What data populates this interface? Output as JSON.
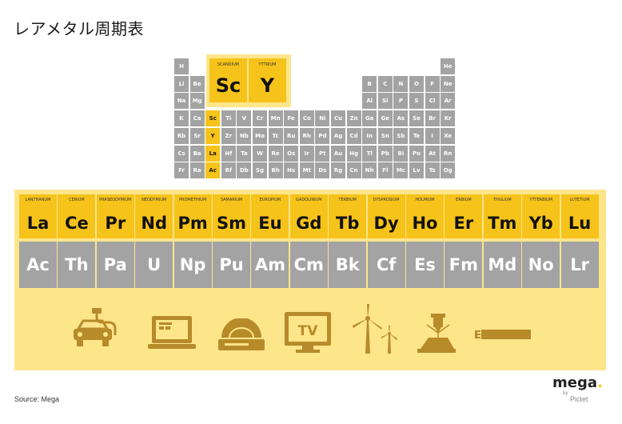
{
  "title": "レアメタル周期表",
  "main_table_rows": [
    [
      [
        "H",
        0
      ],
      [
        "He",
        17
      ]
    ],
    [
      [
        "Li",
        0
      ],
      [
        "Be",
        1
      ],
      [
        "B",
        12
      ],
      [
        "C",
        13
      ],
      [
        "N",
        14
      ],
      [
        "O",
        15
      ],
      [
        "F",
        16
      ],
      [
        "Ne",
        17
      ]
    ],
    [
      [
        "Na",
        0
      ],
      [
        "Mg",
        1
      ],
      [
        "Al",
        12
      ],
      [
        "Si",
        13
      ],
      [
        "P",
        14
      ],
      [
        "S",
        15
      ],
      [
        "Cl",
        16
      ],
      [
        "Ar",
        17
      ]
    ],
    [
      [
        "K",
        0
      ],
      [
        "Ca",
        1
      ],
      [
        "Sc",
        2
      ],
      [
        "Ti",
        3
      ],
      [
        "V",
        4
      ],
      [
        "Cr",
        5
      ],
      [
        "Mn",
        6
      ],
      [
        "Fe",
        7
      ],
      [
        "Co",
        8
      ],
      [
        "Ni",
        9
      ],
      [
        "Cu",
        10
      ],
      [
        "Zn",
        11
      ],
      [
        "Ga",
        12
      ],
      [
        "Ge",
        13
      ],
      [
        "As",
        14
      ],
      [
        "Se",
        15
      ],
      [
        "Br",
        16
      ],
      [
        "Kr",
        17
      ]
    ],
    [
      [
        "Rb",
        0
      ],
      [
        "Sr",
        1
      ],
      [
        "Y",
        2
      ],
      [
        "Zr",
        3
      ],
      [
        "Nb",
        4
      ],
      [
        "Mo",
        5
      ],
      [
        "Tc",
        6
      ],
      [
        "Ru",
        7
      ],
      [
        "Rh",
        8
      ],
      [
        "Pd",
        9
      ],
      [
        "Ag",
        10
      ],
      [
        "Cd",
        11
      ],
      [
        "In",
        12
      ],
      [
        "Sn",
        13
      ],
      [
        "Sb",
        14
      ],
      [
        "Te",
        15
      ],
      [
        "I",
        16
      ],
      [
        "Xe",
        17
      ]
    ],
    [
      [
        "Cs",
        0
      ],
      [
        "Ba",
        1
      ],
      [
        "La",
        2
      ],
      [
        "Hf",
        3
      ],
      [
        "Ta",
        4
      ],
      [
        "W",
        5
      ],
      [
        "Re",
        6
      ],
      [
        "Os",
        7
      ],
      [
        "Ir",
        8
      ],
      [
        "Pt",
        9
      ],
      [
        "Au",
        10
      ],
      [
        "Hg",
        11
      ],
      [
        "Tl",
        12
      ],
      [
        "Pb",
        13
      ],
      [
        "Bi",
        14
      ],
      [
        "Po",
        15
      ],
      [
        "At",
        16
      ],
      [
        "Rn",
        17
      ]
    ],
    [
      [
        "Fr",
        0
      ],
      [
        "Ra",
        1
      ],
      [
        "Ac",
        2
      ],
      [
        "Rf",
        3
      ],
      [
        "Db",
        4
      ],
      [
        "Sg",
        5
      ],
      [
        "Bh",
        6
      ],
      [
        "Hs",
        7
      ],
      [
        "Mt",
        8
      ],
      [
        "Ds",
        9
      ],
      [
        "Rg",
        10
      ],
      [
        "Cn",
        11
      ],
      [
        "Nh",
        12
      ],
      [
        "Fl",
        13
      ],
      [
        "Mc",
        14
      ],
      [
        "Lv",
        15
      ],
      [
        "Ts",
        16
      ],
      [
        "Og",
        17
      ]
    ]
  ],
  "highlighted_symbols": [
    "Sc",
    "Y",
    "La",
    "Ac"
  ],
  "zoom": [
    {
      "name": "SCANDIUM",
      "symbol": "Sc"
    },
    {
      "name": "YTTRIUM",
      "symbol": "Y"
    }
  ],
  "lanthanides": [
    {
      "name": "LANTHANUM",
      "symbol": "La"
    },
    {
      "name": "CERIUM",
      "symbol": "Ce"
    },
    {
      "name": "PRASEODYMIUM",
      "symbol": "Pr"
    },
    {
      "name": "NEODYMIUM",
      "symbol": "Nd"
    },
    {
      "name": "PROMETHIUM",
      "symbol": "Pm"
    },
    {
      "name": "SAMARIUM",
      "symbol": "Sm"
    },
    {
      "name": "EUROPIUM",
      "symbol": "Eu"
    },
    {
      "name": "GADOLINIUM",
      "symbol": "Gd"
    },
    {
      "name": "TERBIUM",
      "symbol": "Tb"
    },
    {
      "name": "DYSPROSIUM",
      "symbol": "Dy"
    },
    {
      "name": "HOLMIUM",
      "symbol": "Ho"
    },
    {
      "name": "ERBIUM",
      "symbol": "Er"
    },
    {
      "name": "THULIUM",
      "symbol": "Tm"
    },
    {
      "name": "YTTERBIUM",
      "symbol": "Yb"
    },
    {
      "name": "LUTETIUM",
      "symbol": "Lu"
    }
  ],
  "actinides": [
    "Ac",
    "Th",
    "Pa",
    "U",
    "Np",
    "Pu",
    "Am",
    "Cm",
    "Bk",
    "Cf",
    "Es",
    "Fm",
    "Md",
    "No",
    "Lr"
  ],
  "icons": [
    "electric-car-icon",
    "tablet-icon",
    "hard-drive-icon",
    "tv-icon",
    "wind-turbine-icon",
    "laser-icon",
    "magnet-bar-icon"
  ],
  "source": "Source: Mega",
  "logo": {
    "name": "mega",
    "dot": ".",
    "by": "by",
    "sub": "Pictet"
  },
  "colors": {
    "gold": "#f6c31a",
    "pale_gold": "#fde58a",
    "grey": "#a3a3a3",
    "icon": "#b78a2a"
  }
}
